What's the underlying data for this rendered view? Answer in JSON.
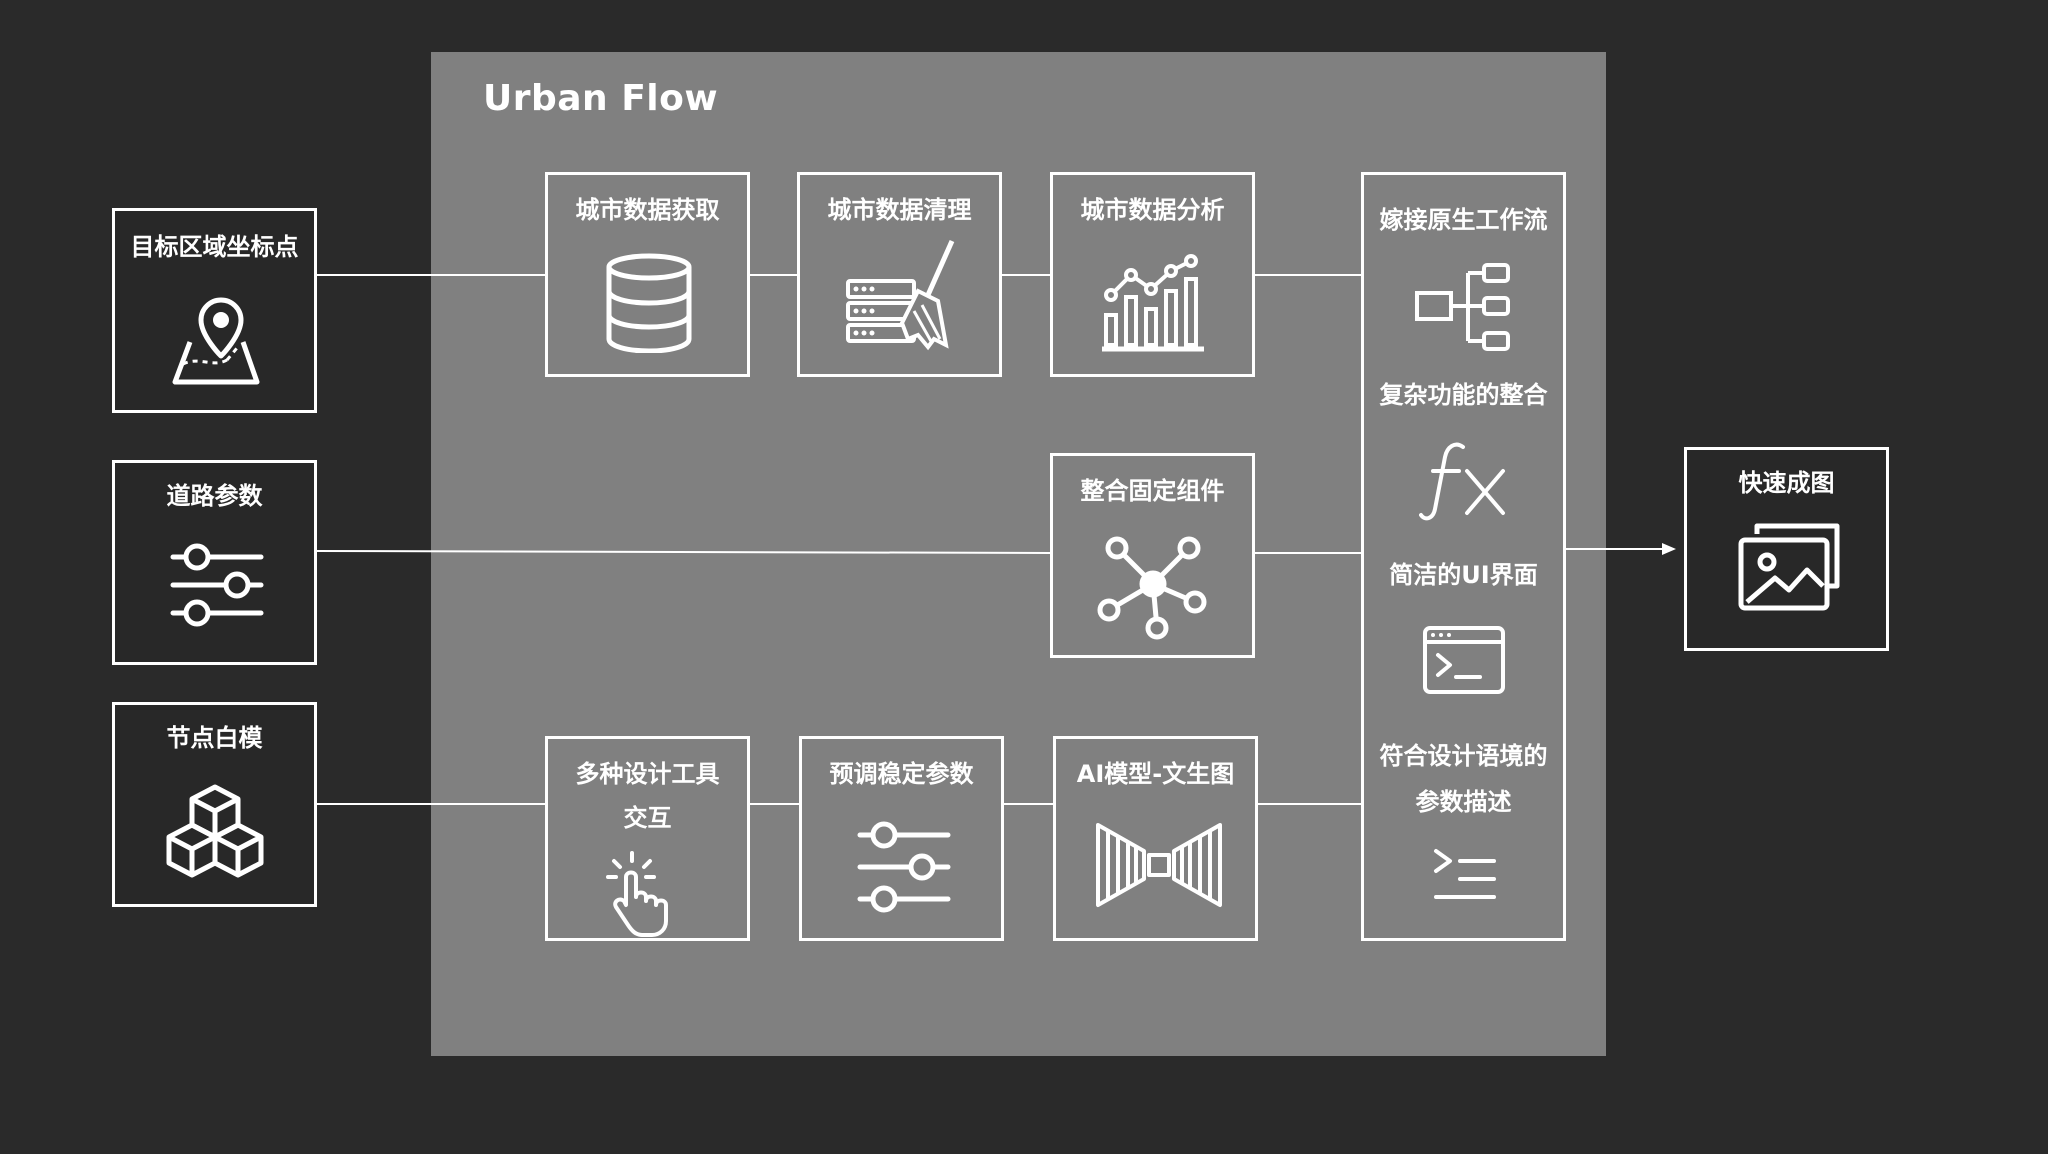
{
  "panel": {
    "title": "Urban Flow"
  },
  "inputs": [
    {
      "id": "target",
      "label": "目标区域坐标点",
      "icon": "map-pin-icon"
    },
    {
      "id": "road",
      "label": "道路参数",
      "icon": "sliders-icon"
    },
    {
      "id": "node",
      "label": "节点白模",
      "icon": "cubes-icon"
    }
  ],
  "row1": [
    {
      "label": "城市数据获取",
      "icon": "database-icon"
    },
    {
      "label": "城市数据清理",
      "icon": "server-broom-icon"
    },
    {
      "label": "城市数据分析",
      "icon": "bar-chart-icon"
    }
  ],
  "row2": [
    {
      "label": "整合固定组件",
      "icon": "network-hub-icon"
    }
  ],
  "row3": [
    {
      "label_line1": "多种设计工具",
      "label_line2": "交互",
      "icon": "tap-hand-icon"
    },
    {
      "label": "预调稳定参数",
      "icon": "sliders-icon"
    },
    {
      "label": "AI模型-文生图",
      "icon": "encoder-decoder-icon"
    }
  ],
  "features": [
    {
      "label": "嫁接原生工作流",
      "icon": "flow-tree-icon"
    },
    {
      "label": "复杂功能的整合",
      "icon": "function-fx-icon"
    },
    {
      "label": "简洁的UI界面",
      "icon": "terminal-window-icon"
    },
    {
      "label_line1": "符合设计语境的",
      "label_line2": "参数描述",
      "icon": "prompt-list-icon"
    }
  ],
  "output": {
    "label": "快速成图",
    "icon": "images-icon"
  },
  "colors": {
    "background": "#2a2a2a",
    "panel": "#808080",
    "stroke": "#ffffff"
  }
}
